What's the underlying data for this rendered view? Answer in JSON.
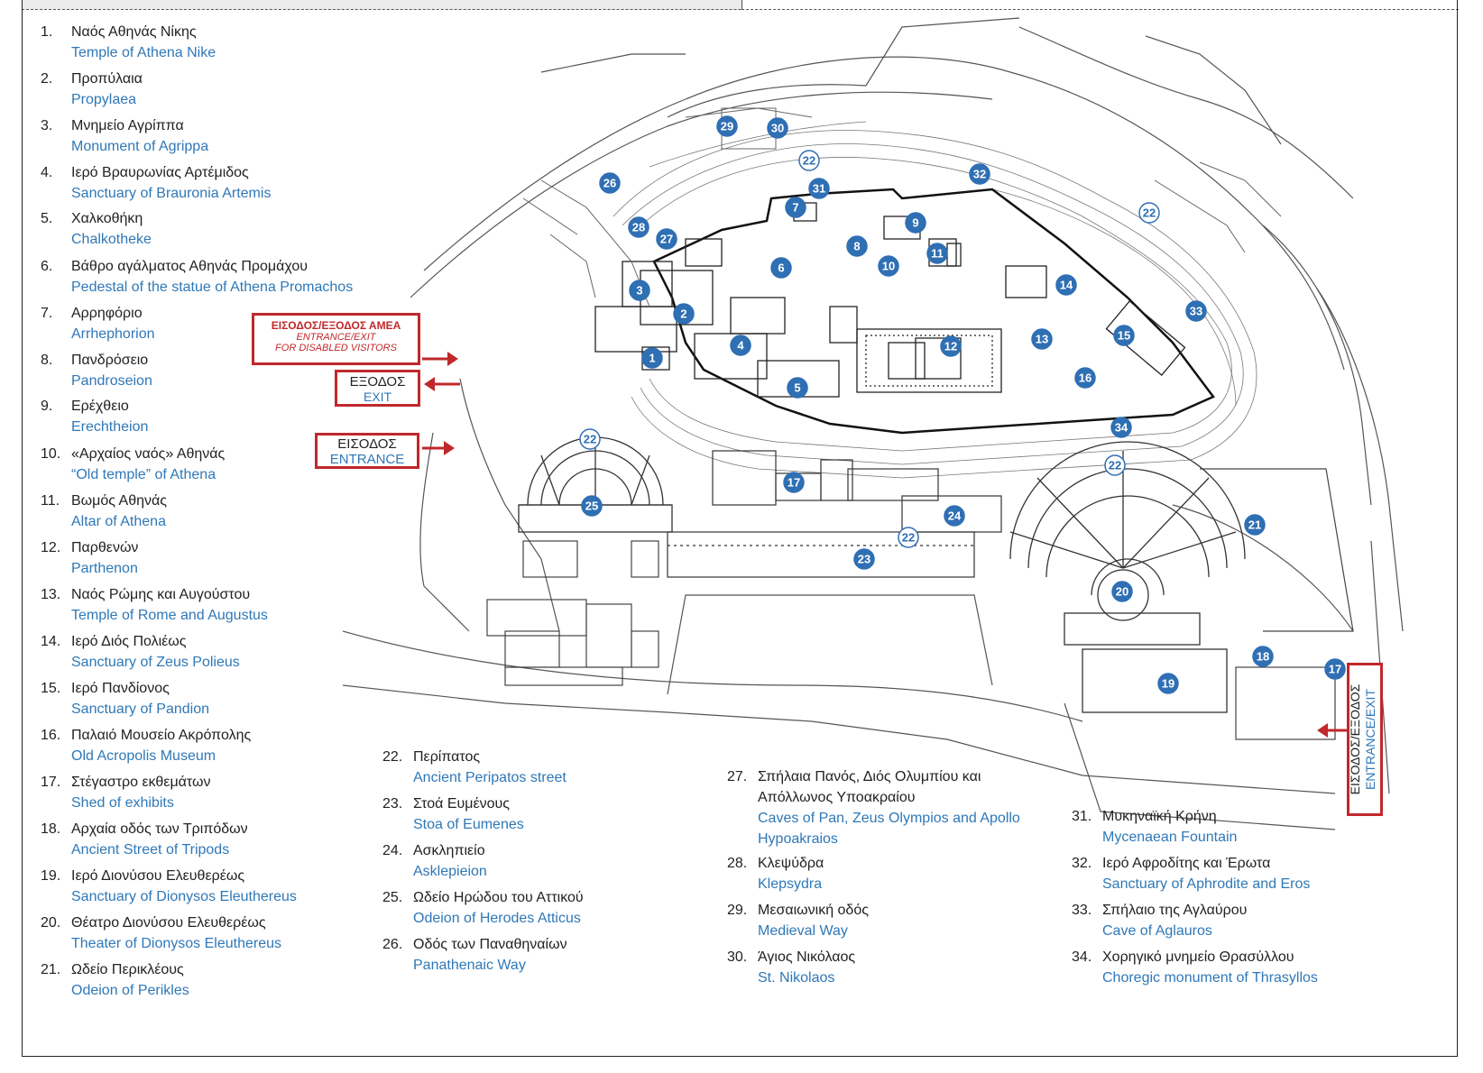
{
  "legend": [
    {
      "num": "1.",
      "gr": "Ναός Αθηνάς Νίκης",
      "en": "Temple of Athena Nike"
    },
    {
      "num": "2.",
      "gr": "Προπύλαια",
      "en": "Propylaea"
    },
    {
      "num": "3.",
      "gr": "Μνημείο Αγρίππα",
      "en": "Monument of Agrippa"
    },
    {
      "num": "4.",
      "gr": "Ιερό Βραυρωνίας Αρτέμιδος",
      "en": "Sanctuary of Brauronia Artemis"
    },
    {
      "num": "5.",
      "gr": "Χαλκοθήκη",
      "en": "Chalkotheke"
    },
    {
      "num": "6.",
      "gr": "Βάθρο αγάλματος Αθηνάς Προμάχου",
      "en": "Pedestal of the statue of Athena Promachos"
    },
    {
      "num": "7.",
      "gr": "Αρρηφόριο",
      "en": "Arrhephorion"
    },
    {
      "num": "8.",
      "gr": "Πανδρόσειο",
      "en": "Pandroseion"
    },
    {
      "num": "9.",
      "gr": "Ερέχθειο",
      "en": "Erechtheion"
    },
    {
      "num": "10.",
      "gr": "«Αρχαίος ναός» Αθηνάς",
      "en": "“Old temple” of Athena"
    },
    {
      "num": "11.",
      "gr": "Βωμός Αθηνάς",
      "en": "Altar of Athena"
    },
    {
      "num": "12.",
      "gr": "Παρθενών",
      "en": "Parthenon"
    },
    {
      "num": "13.",
      "gr": "Ναός Ρώμης και Αυγούστου",
      "en": "Temple of Rome and Augustus"
    },
    {
      "num": "14.",
      "gr": "Ιερό Διός Πολιέως",
      "en": "Sanctuary of Zeus Polieus"
    },
    {
      "num": "15.",
      "gr": "Ιερό Πανδίονος",
      "en": "Sanctuary of Pandion"
    },
    {
      "num": "16.",
      "gr": "Παλαιό Μουσείο Ακρόπολης",
      "en": "Old Acropolis Museum"
    },
    {
      "num": "17.",
      "gr": "Στέγαστρο εκθεμάτων",
      "en": "Shed of exhibits"
    },
    {
      "num": "18.",
      "gr": "Αρχαία οδός των Τριπόδων",
      "en": "Ancient Street of Tripods"
    },
    {
      "num": "19.",
      "gr": "Ιερό Διονύσου Ελευθερέως",
      "en": "Sanctuary of Dionysos Eleuthereus"
    },
    {
      "num": "20.",
      "gr": "Θέατρο Διονύσου Ελευθερέως",
      "en": "Theater of Dionysos Eleuthereus"
    },
    {
      "num": "21.",
      "gr": "Ωδείο Περικλέους",
      "en": "Odeion of Perikles"
    },
    {
      "num": "22.",
      "gr": "Περίπατος",
      "en": "Ancient Peripatos street"
    },
    {
      "num": "23.",
      "gr": "Στοά Ευμένους",
      "en": "Stoa of Eumenes"
    },
    {
      "num": "24.",
      "gr": "Ασκληπιείο",
      "en": "Asklepieion"
    },
    {
      "num": "25.",
      "gr": "Ωδείο Ηρώδου του Αττικού",
      "en": "Odeion of Herodes Atticus"
    },
    {
      "num": "26.",
      "gr": "Οδός των Παναθηναίων",
      "en": "Panathenaic Way"
    },
    {
      "num": "27.",
      "gr": "Σπήλαια Πανός, Διός Ολυμπίου και",
      "gr2": "Απόλλωνος Υποακραίου",
      "en": "Caves of Pan, Zeus Olympios and Apollo",
      "en2": "Hypoakraios"
    },
    {
      "num": "28.",
      "gr": "Κλεψύδρα",
      "en": "Klepsydra"
    },
    {
      "num": "29.",
      "gr": "Μεσαιωνική οδός",
      "en": "Medieval Way"
    },
    {
      "num": "30.",
      "gr": "Άγιος Νικόλαος",
      "en": "St. Nikolaos"
    },
    {
      "num": "31.",
      "gr": "Μυκηναϊκή Κρήνη",
      "en": "Mycenaean Fountain"
    },
    {
      "num": "32.",
      "gr": "Ιερό Αφροδίτης και Έρωτα",
      "en": "Sanctuary of Aphrodite and Eros"
    },
    {
      "num": "33.",
      "gr": "Σπήλαιο της Αγλαύρου",
      "en": "Cave of Aglauros"
    },
    {
      "num": "34.",
      "gr": "Χορηγικό μνημείο Θρασύλλου",
      "en": "Choregic monument of Thrasyllos"
    }
  ],
  "signs": {
    "disabled_gr": "ΕΙΣΟΔΟΣ/ΕΞΟΔΟΣ ΑΜΕΑ",
    "disabled_en1": "ENTRANCE/EXIT",
    "disabled_en2": "FOR DISABLED VISITORS",
    "exit_gr": "ΕΞΟΔΟΣ",
    "exit_en": "EXIT",
    "entrance_gr": "ΕΙΣΟΔΟΣ",
    "entrance_en": "ENTRANCE",
    "side_gr": "ΕΙΣΟΔΟΣ/ΕΞΟΔΟΣ",
    "side_en": "ENTRANCE/EXIT"
  },
  "markers": [
    "1",
    "2",
    "3",
    "4",
    "5",
    "6",
    "7",
    "8",
    "9",
    "10",
    "11",
    "12",
    "13",
    "14",
    "15",
    "16",
    "17",
    "18",
    "19",
    "20",
    "21",
    "22",
    "23",
    "24",
    "25",
    "26",
    "27",
    "28",
    "29",
    "30",
    "31",
    "32",
    "33",
    "34",
    "17"
  ],
  "colors": {
    "marker_fill": "#2f6fb3",
    "peripatos_marker_fill": "#ffffff",
    "sign_border": "#c0282b",
    "english_text": "#2f78b7",
    "map_lines": "#444444"
  }
}
